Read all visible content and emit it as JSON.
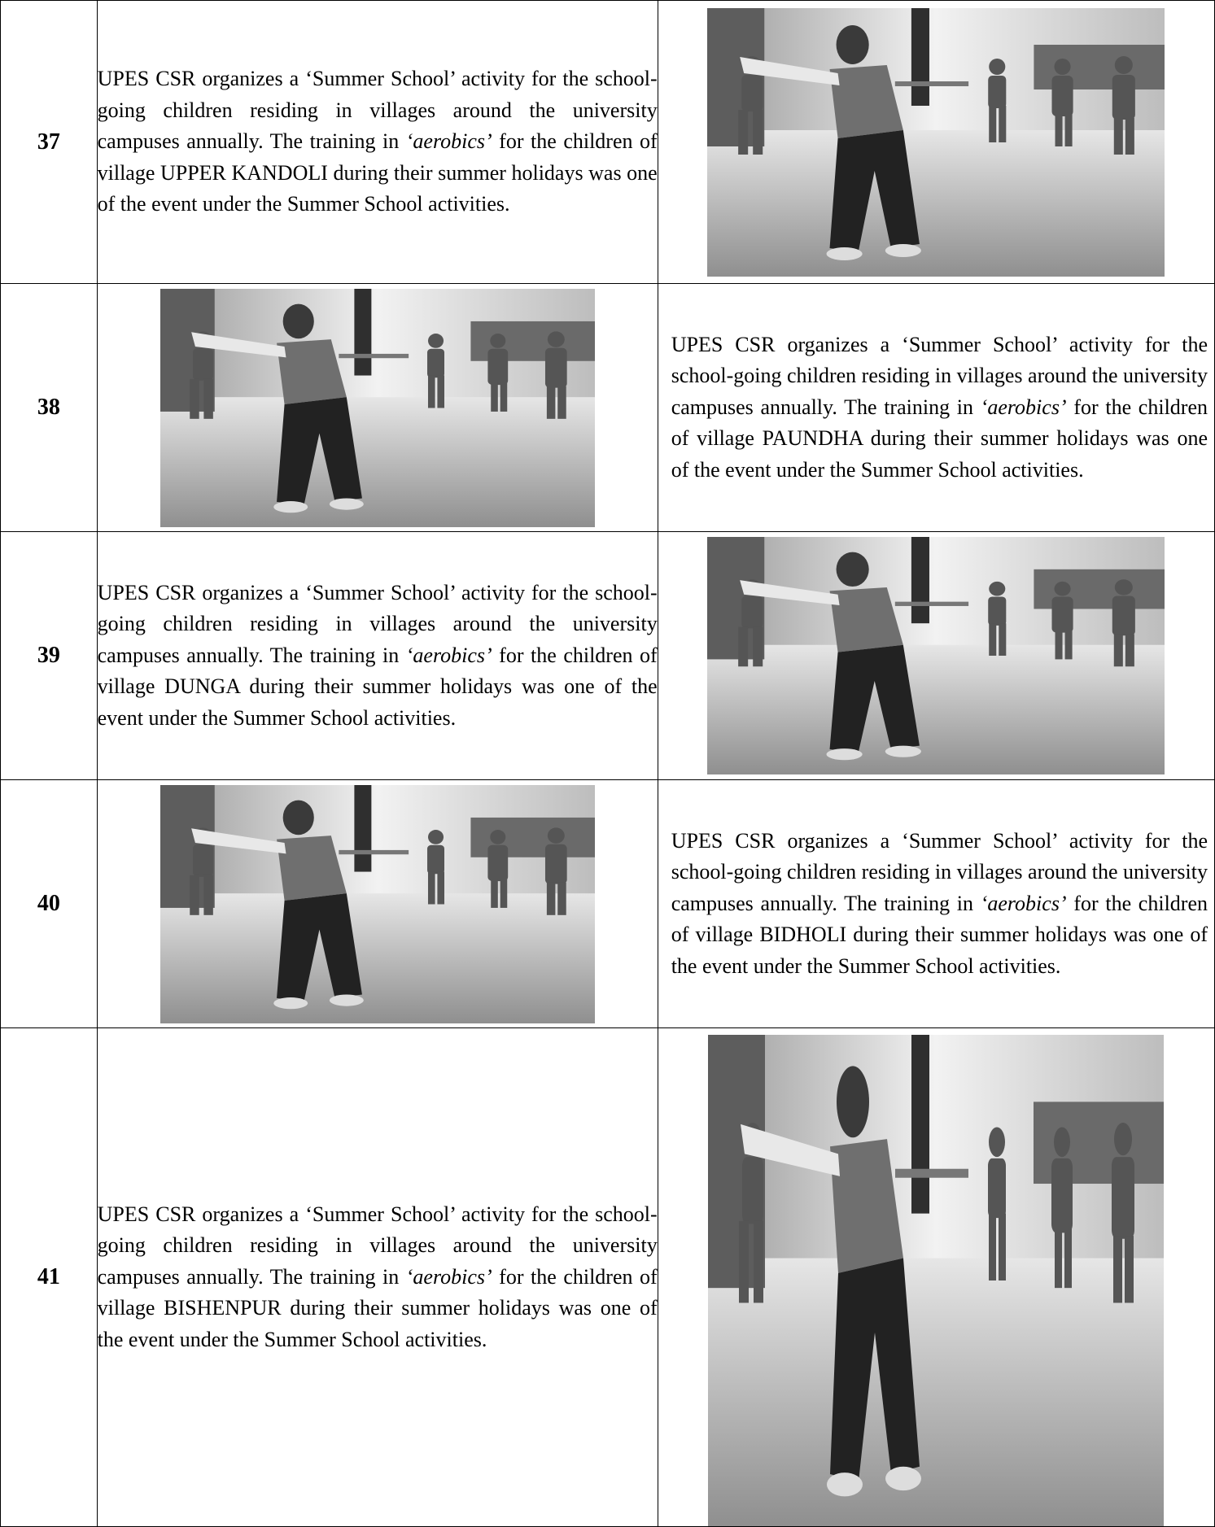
{
  "rows": [
    {
      "number": "37",
      "text_before": "UPES CSR organizes a ‘Summer School’ activity for the school-going children residing in villages around the university campuses annually. The training in ",
      "italic": "‘aerobics’",
      "text_after": " for the children of village UPPER KANDOLI during their summer holidays was one of the event under the Summer School activities."
    },
    {
      "number": "38",
      "text_before": "UPES CSR organizes a ‘Summer School’ activity for the school-going children residing in villages around the university campuses annually. The training in ",
      "italic": "‘aerobics’",
      "text_after": " for the children of village PAUNDHA during their summer holidays was one of the event under the Summer School activities."
    },
    {
      "number": "39",
      "text_before": "UPES CSR organizes a ‘Summer School’ activity for the school-going children residing in villages around the university campuses annually. The training in ",
      "italic": "‘aerobics’",
      "text_after": " for the children of village DUNGA during their summer holidays was one of the event under the Summer School activities."
    },
    {
      "number": "40",
      "text_before": "UPES CSR organizes a ‘Summer School’ activity for the school-going children residing in villages around the university campuses annually. The training in ",
      "italic": "‘aerobics’",
      "text_after": " for the children of village BIDHOLI during their summer holidays was one of the event under the Summer School activities."
    },
    {
      "number": "41",
      "text_before": "UPES CSR organizes a ‘Summer School’ activity for the school-going children residing in villages around the university campuses annually. The training in ",
      "italic": "‘aerobics’",
      "text_after": " for the children of village BISHENPUR during their summer holidays was one of the event under the Summer School activities."
    }
  ]
}
